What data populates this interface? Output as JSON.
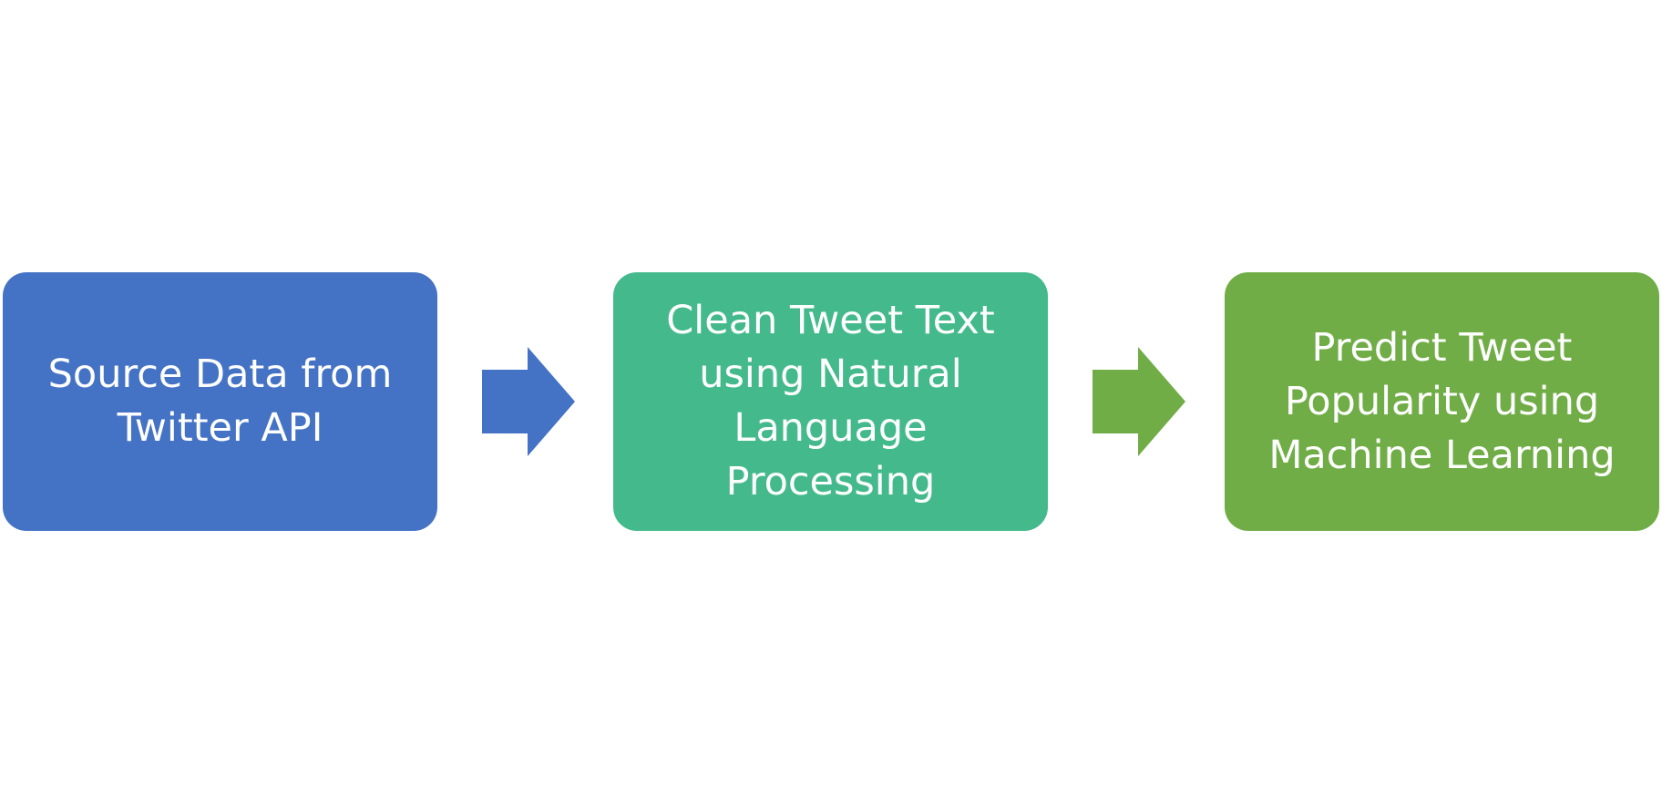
{
  "steps": [
    {
      "text": "Source Data from\nTwitter API",
      "color": "#4472C4"
    },
    {
      "text": "Clean Tweet Text\nusing Natural\nLanguage\nProcessing",
      "color": "#44BA8C"
    },
    {
      "text": "Predict Tweet\nPopularity using\nMachine Learning",
      "color": "#70AD47"
    }
  ],
  "arrows": [
    {
      "color": "#4472C4"
    },
    {
      "color": "#70AD47"
    }
  ]
}
